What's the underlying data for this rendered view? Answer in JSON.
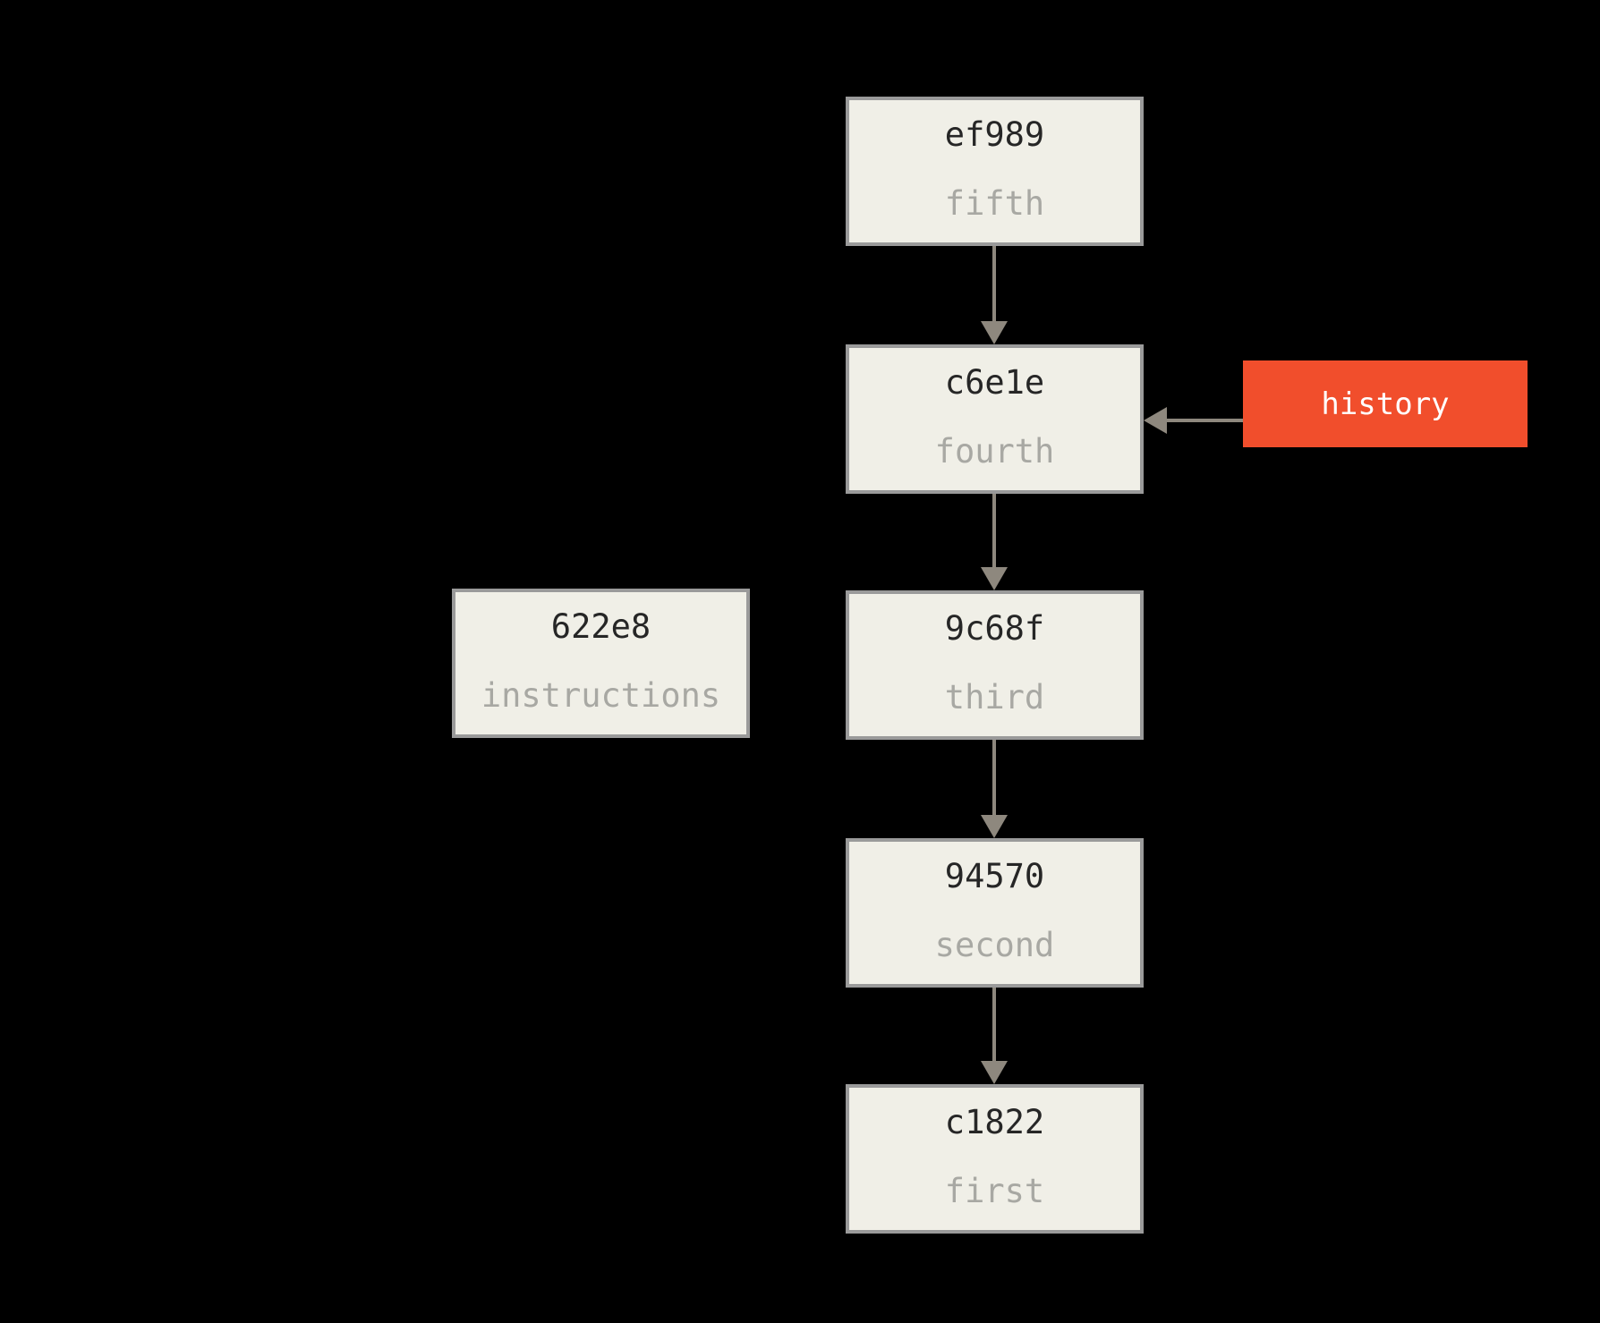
{
  "colors": {
    "canvas_bg": "#000000",
    "box_fill": "#F0EFE7",
    "box_border": "#9A9A9A",
    "hash_text": "#262626",
    "label_text": "#A8A8A3",
    "arrow": "#8E887E",
    "branch_fill": "#F14E2C",
    "branch_text": "#FFFFFF"
  },
  "commits": [
    {
      "id": "ef989",
      "label": "fifth"
    },
    {
      "id": "c6e1e",
      "label": "fourth"
    },
    {
      "id": "9c68f",
      "label": "third"
    },
    {
      "id": "94570",
      "label": "second"
    },
    {
      "id": "c1822",
      "label": "first"
    }
  ],
  "side_box": {
    "id": "622e8",
    "label": "instructions"
  },
  "branch_label": {
    "text": "history"
  },
  "edges": [
    {
      "from": "ef989",
      "to": "c6e1e",
      "direction": "down"
    },
    {
      "from": "c6e1e",
      "to": "9c68f",
      "direction": "down"
    },
    {
      "from": "9c68f",
      "to": "94570",
      "direction": "down"
    },
    {
      "from": "94570",
      "to": "c1822",
      "direction": "down"
    },
    {
      "from": "history",
      "to": "c6e1e",
      "direction": "left"
    }
  ]
}
